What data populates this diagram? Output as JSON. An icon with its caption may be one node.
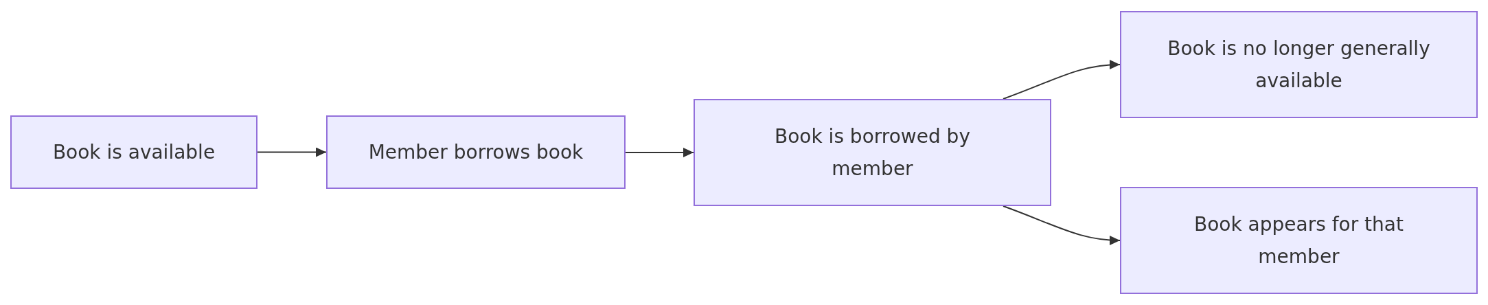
{
  "diagram": {
    "nodes": [
      {
        "text": [
          "Book is available"
        ]
      },
      {
        "text": [
          "Member borrows book"
        ]
      },
      {
        "text": [
          "Book is borrowed by member"
        ]
      },
      {
        "text": [
          "Book is no longer generally available"
        ]
      },
      {
        "text": [
          "Book appears for that member"
        ]
      }
    ],
    "edges": [
      {
        "from": 0,
        "to": 1,
        "arrow": "to"
      },
      {
        "from": 1,
        "to": 2,
        "arrow": "to"
      },
      {
        "from": 2,
        "to": 3,
        "arrow": "to"
      },
      {
        "from": 2,
        "to": 4,
        "arrow": "to"
      }
    ]
  }
}
